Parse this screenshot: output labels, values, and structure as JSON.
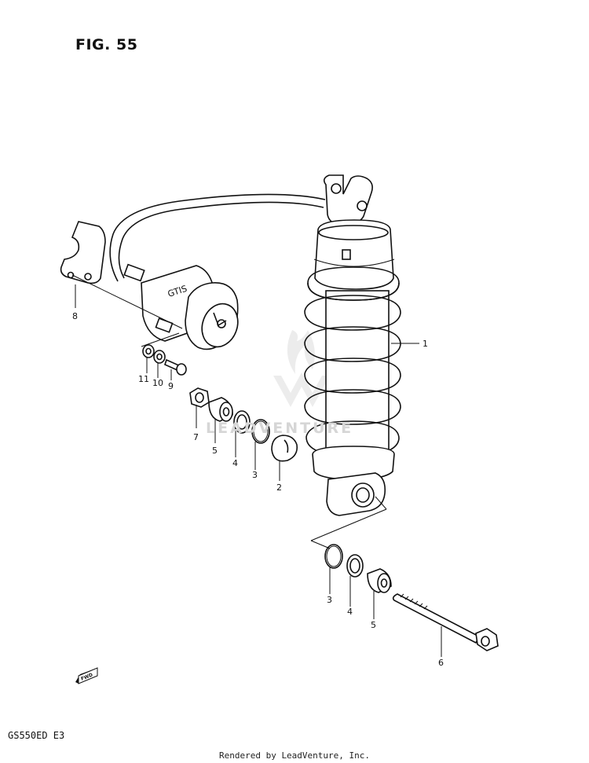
{
  "figure": {
    "title": "FIG. 55",
    "model_code": "GS550ED E3",
    "footer": "Rendered by LeadVenture, Inc.",
    "watermark": "LEADVENTURE"
  },
  "callouts": [
    {
      "id": "1",
      "label": "1"
    },
    {
      "id": "2",
      "label": "2"
    },
    {
      "id": "3a",
      "label": "3"
    },
    {
      "id": "4a",
      "label": "4"
    },
    {
      "id": "5a",
      "label": "5"
    },
    {
      "id": "7",
      "label": "7"
    },
    {
      "id": "8",
      "label": "8"
    },
    {
      "id": "9",
      "label": "9"
    },
    {
      "id": "10",
      "label": "10"
    },
    {
      "id": "11",
      "label": "11"
    },
    {
      "id": "3b",
      "label": "3"
    },
    {
      "id": "4b",
      "label": "4"
    },
    {
      "id": "5b",
      "label": "5"
    },
    {
      "id": "6",
      "label": "6"
    }
  ],
  "fwd_label": "FWD"
}
